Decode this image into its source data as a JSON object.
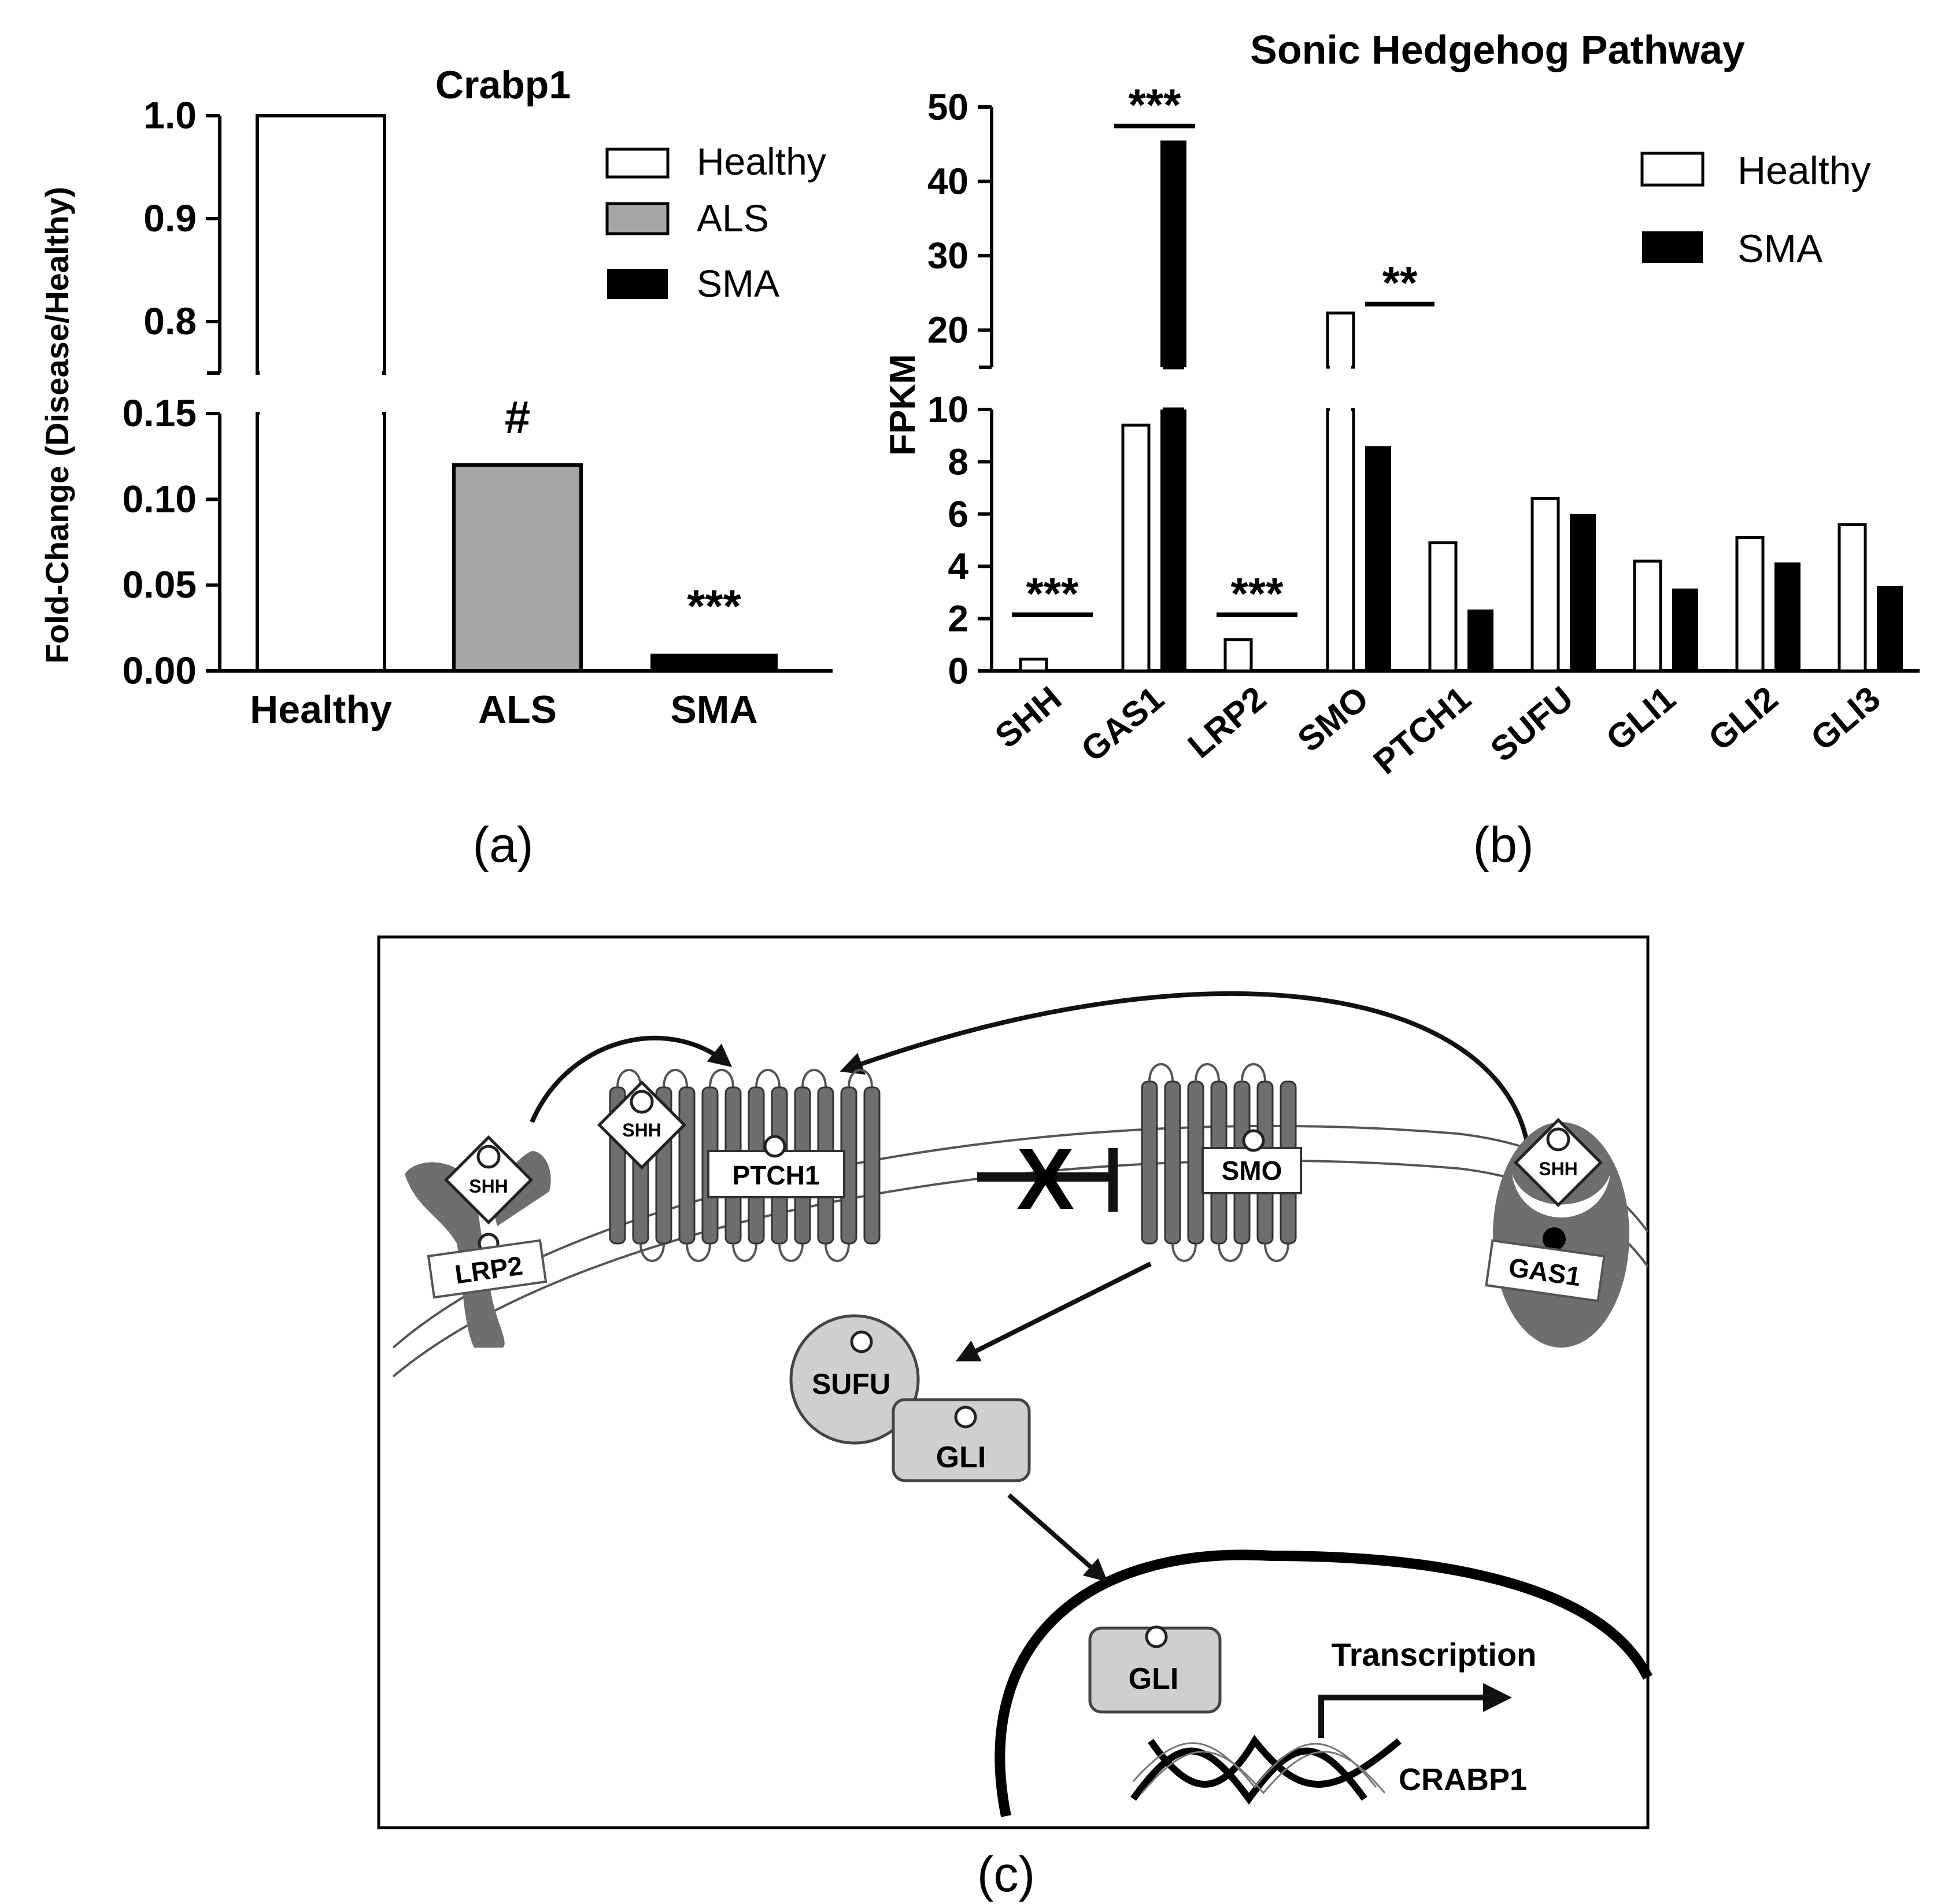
{
  "chart_data": [
    {
      "panel": "(a)",
      "type": "bar",
      "title": "Crabp1",
      "ylabel": "Fold-Change (Disease/Healthy)",
      "xlabel": "",
      "categories": [
        "Healthy",
        "ALS",
        "SMA"
      ],
      "values": [
        1.0,
        0.12,
        0.01
      ],
      "bar_colors": [
        "#ffffff",
        "#a6a6a6",
        "#000000"
      ],
      "annotations": [
        "",
        "#",
        "***"
      ],
      "y_axis_break": {
        "lower": [
          0,
          0.15
        ],
        "upper": [
          0.75,
          1.0
        ]
      },
      "yticks_lower": [
        "0.00",
        "0.05",
        "0.10",
        "0.15"
      ],
      "yticks_upper": [
        "0.8",
        "0.9",
        "1.0"
      ],
      "legend": [
        "Healthy",
        "ALS",
        "SMA"
      ],
      "legend_position": "top-right",
      "grid": false
    },
    {
      "panel": "(b)",
      "type": "bar",
      "title": "Sonic Hedgehog Pathway",
      "ylabel": "FPKM",
      "xlabel": "",
      "categories": [
        "SHH",
        "GAS1",
        "LRP2",
        "SMO",
        "PTCH1",
        "SUFU",
        "GLI1",
        "GLI2",
        "GLI3"
      ],
      "series": [
        {
          "name": "Healthy",
          "color": "#ffffff",
          "values": [
            0.45,
            9.4,
            1.2,
            22.3,
            4.9,
            6.6,
            4.2,
            5.1,
            5.6
          ]
        },
        {
          "name": "SMA",
          "color": "#000000",
          "values": [
            0.0,
            45.5,
            0.0,
            8.6,
            2.35,
            6.0,
            3.15,
            4.15,
            3.25
          ]
        }
      ],
      "significance": [
        {
          "category": "SHH",
          "label": "***"
        },
        {
          "category": "GAS1",
          "label": "***"
        },
        {
          "category": "LRP2",
          "label": "***"
        },
        {
          "category": "SMO",
          "label": "**"
        }
      ],
      "y_axis_break": {
        "lower": [
          0,
          10
        ],
        "upper": [
          15,
          50
        ]
      },
      "yticks_lower": [
        "0",
        "2",
        "4",
        "6",
        "8",
        "10"
      ],
      "yticks_upper": [
        "20",
        "30",
        "40",
        "50"
      ],
      "legend_position": "top-right",
      "grid": false
    }
  ],
  "panel_labels": {
    "a": "(a)",
    "b": "(b)",
    "c": "(c)"
  },
  "diagram": {
    "shh": "SHH",
    "lrp2": "LRP2",
    "ptch1": "PTCH1",
    "smo": "SMO",
    "gas1": "GAS1",
    "sufu": "SUFU",
    "gli": "GLI",
    "gli_nucleus": "GLI",
    "transcription": "Transcription",
    "crabp1": "CRABP1",
    "inhibit_mark": "X"
  }
}
